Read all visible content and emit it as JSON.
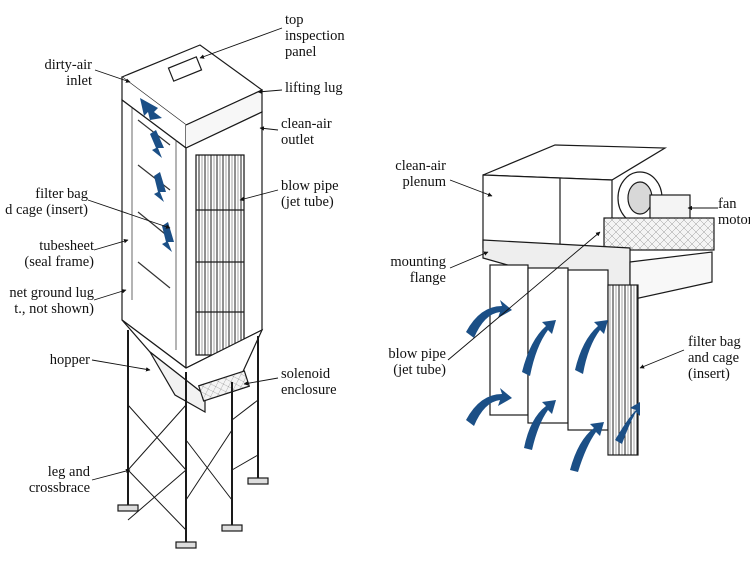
{
  "left_unit": {
    "labels": {
      "top_panel": [
        "top",
        "inspection",
        "panel"
      ],
      "dirty_inlet": [
        "dirty-air",
        "inlet"
      ],
      "lifting_lug": [
        "lifting lug"
      ],
      "clean_outlet": [
        "clean-air",
        "outlet"
      ],
      "filter_bag": [
        "filter bag",
        "d cage (insert)"
      ],
      "blow_pipe": [
        "blow pipe",
        "(jet tube)"
      ],
      "tubesheet": [
        "tubesheet",
        "(seal frame)"
      ],
      "ground_lug": [
        "net ground lug",
        "t., not shown)"
      ],
      "hopper": [
        "hopper"
      ],
      "solenoid": [
        "solenoid",
        "enclosure"
      ],
      "leg": [
        "leg and",
        "crossbrace"
      ]
    }
  },
  "right_unit": {
    "labels": {
      "plenum": [
        "clean-air",
        "plenum"
      ],
      "fan": [
        "fan",
        "motor"
      ],
      "flange": [
        "mounting",
        "flange"
      ],
      "blow_pipe": [
        "blow pipe",
        "(jet tube)"
      ],
      "filter_bag": [
        "filter bag",
        "and cage",
        "(insert)"
      ]
    }
  },
  "colors": {
    "arrow": "#1b4f86",
    "line": "#1a1a1a"
  }
}
